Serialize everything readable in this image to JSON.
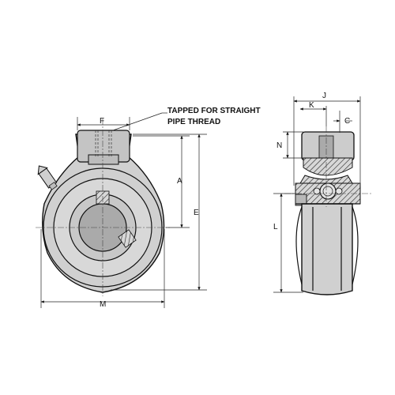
{
  "note": {
    "line1": "TAPPED FOR STRAIGHT",
    "line2": "PIPE THREAD"
  },
  "dimensions": {
    "F": "F",
    "A": "A",
    "E": "E",
    "M": "M",
    "J": "J",
    "K": "K",
    "C": "C",
    "N": "N",
    "L": "L"
  }
}
